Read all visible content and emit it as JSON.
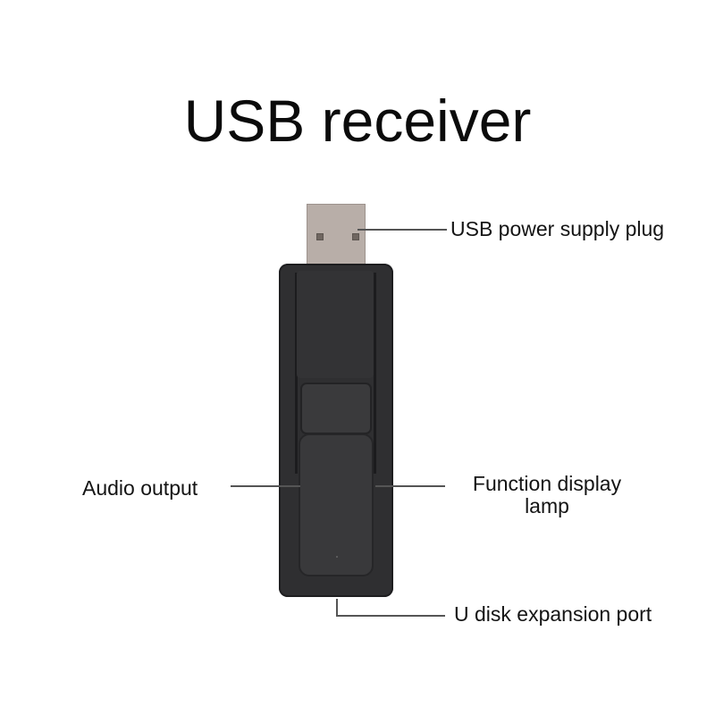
{
  "title": "USB receiver",
  "callouts": {
    "usb_plug": "USB power supply plug",
    "audio_output": "Audio output",
    "function_lamp_line1": "Function display",
    "function_lamp_line2": "lamp",
    "u_disk_port": "U disk expansion port"
  },
  "colors": {
    "background": "#ffffff",
    "device_body": "#2f2f31",
    "plug_metal": "#b8aea8",
    "leader_line": "#555555"
  }
}
